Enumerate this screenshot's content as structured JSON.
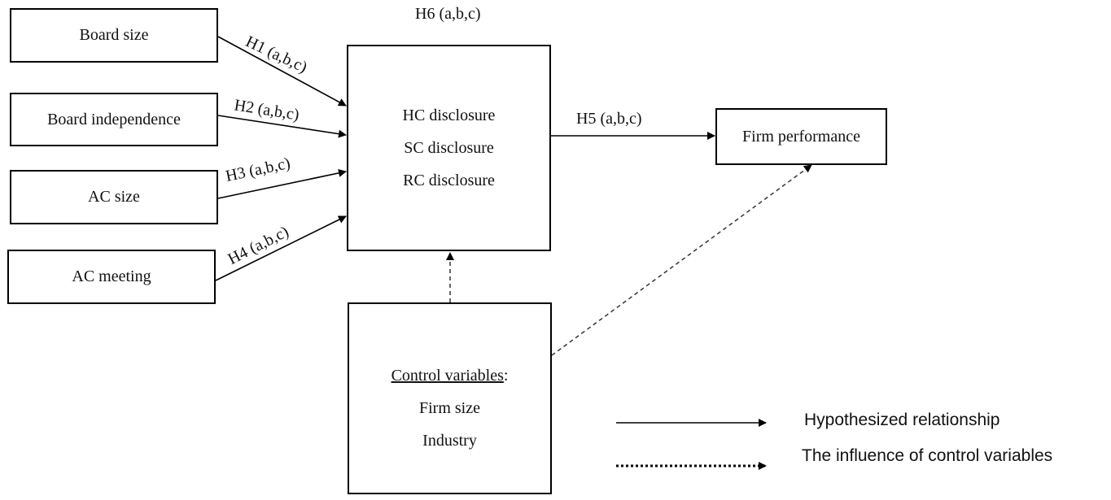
{
  "inputs": {
    "board_size": "Board size",
    "board_independence": "Board independence",
    "ac_size": "AC size",
    "ac_meeting": "AC meeting"
  },
  "disclosure": {
    "hc": "HC disclosure",
    "sc": "SC disclosure",
    "rc": "RC disclosure"
  },
  "outcome": "Firm performance",
  "control": {
    "title": "Control variables",
    "suffix": ":",
    "items": [
      "Firm size",
      "Industry"
    ]
  },
  "hypotheses": {
    "h1": "H1 (a,b,c)",
    "h2": "H2 (a,b,c)",
    "h3": "H3 (a,b,c)",
    "h4": "H4 (a,b,c)",
    "h5": "H5 (a,b,c)",
    "h6": "H6 (a,b,c)"
  },
  "legend": {
    "solid": "Hypothesized relationship",
    "dashed": "The influence of control variables"
  }
}
